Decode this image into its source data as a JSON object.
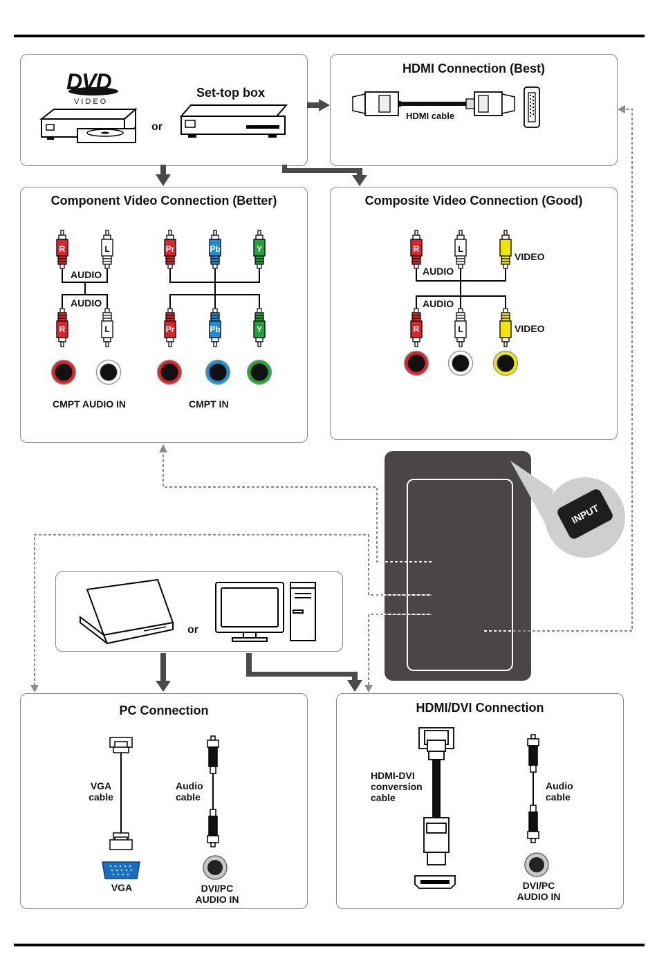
{
  "sources": {
    "dvd_logo": "DVD",
    "dvd_sub": "VIDEO",
    "or": "or",
    "settop": "Set-top box"
  },
  "hdmi": {
    "title": "HDMI Connection (Best)",
    "cable": "HDMI cable"
  },
  "component": {
    "title": "Component Video Connection (Better)",
    "audio_top": "AUDIO",
    "audio_bottom": "AUDIO",
    "plugs": [
      "R",
      "L",
      "Pr",
      "Pb",
      "Y"
    ],
    "audio_in": "CMPT AUDIO IN",
    "cmpt_in": "CMPT IN"
  },
  "composite": {
    "title": "Composite Video Connection (Good)",
    "plugs": [
      "R",
      "L"
    ],
    "audio_top": "AUDIO",
    "audio_bottom": "AUDIO",
    "video_top": "VIDEO",
    "video_bottom": "VIDEO"
  },
  "tv": {
    "input": "INPUT"
  },
  "computer": {
    "or": "or"
  },
  "pc": {
    "title": "PC Connection",
    "vga_cable": "VGA\ncable",
    "audio_cable": "Audio\ncable",
    "vga": "VGA",
    "audio_in": "DVI/PC\nAUDIO IN"
  },
  "hdmidvi": {
    "title": "HDMI/DVI Connection",
    "conv_cable": "HDMI-DVI\nconversion\ncable",
    "audio_cable": "Audio\ncable",
    "audio_in": "DVI/PC\nAUDIO IN"
  },
  "colors": {
    "red": "#d9262c",
    "white": "#ffffff",
    "blue": "#1a8fd6",
    "green": "#22a33a",
    "yellow": "#f2e600",
    "tv": "#4a4646",
    "arrow": "#4a4a4a",
    "dash": "#8a8a8a"
  }
}
